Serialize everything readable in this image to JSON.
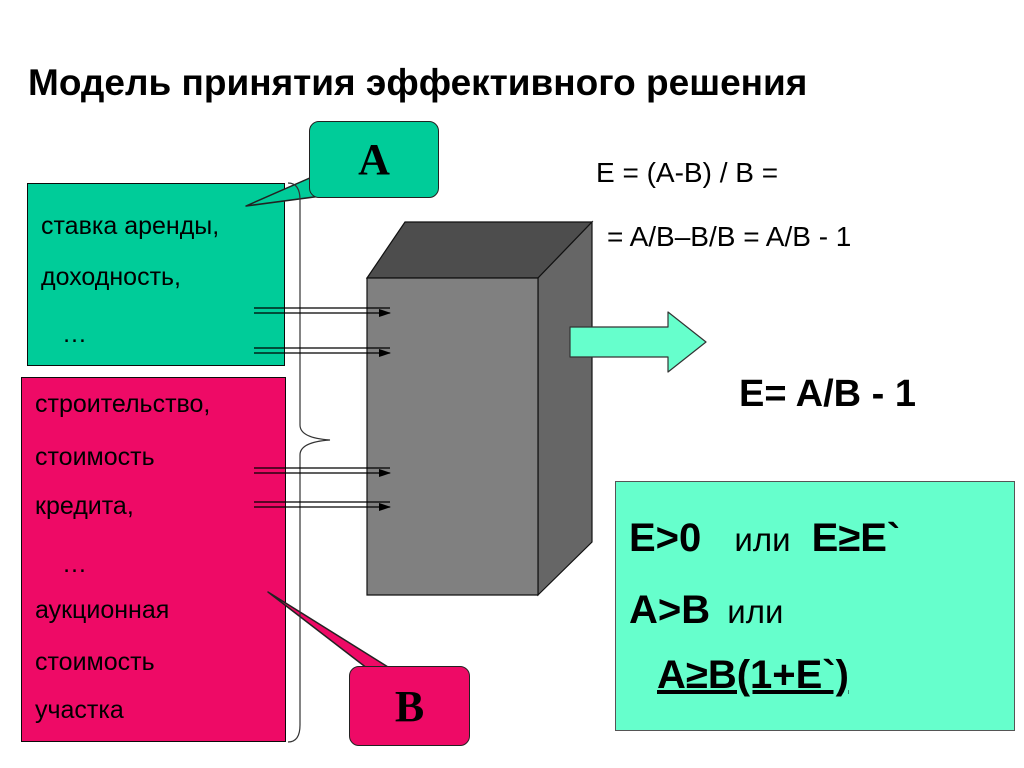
{
  "title": "Модель принятия эффективного решения",
  "callouts": {
    "a": "A",
    "b": "B"
  },
  "income_box": {
    "items": [
      "ставка аренды,",
      "доходность,",
      "…"
    ]
  },
  "cost_box": {
    "items": [
      "строительство,",
      "стоимость",
      "кредита,",
      "…",
      "аукционная",
      "стоимость",
      "участка"
    ]
  },
  "formulas": {
    "line1": "E = (A-B) / B =",
    "line2": "= A/B–B/B = A/B - 1",
    "result": "E= A/B - 1"
  },
  "conditions": {
    "line1_a": "E>0",
    "line1_or": "или",
    "line1_b": "E≥E`",
    "line2_a": "A>B",
    "line2_or": "или",
    "line3": "A≥B(1+E`)"
  },
  "colors": {
    "income": "#00cc99",
    "cost": "#ee0a66",
    "condition_box": "#66ffcc",
    "output_arrow": "#66ffcc",
    "block_front": "#808080",
    "block_top": "#4d4d4d",
    "block_side": "#666666"
  }
}
